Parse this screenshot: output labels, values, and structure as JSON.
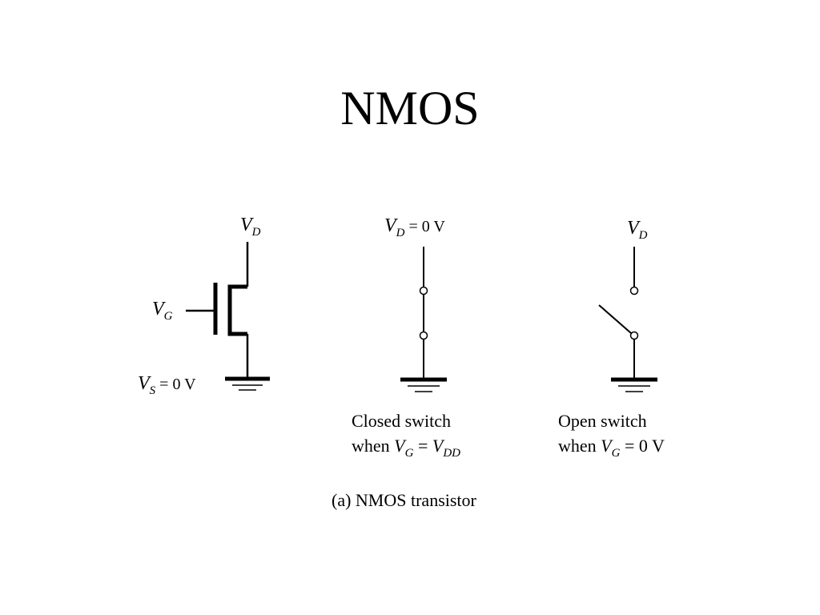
{
  "slide": {
    "title": "NMOS"
  },
  "transistor": {
    "drain": {
      "symbol": "V",
      "sub": "D"
    },
    "gate": {
      "symbol": "V",
      "sub": "G"
    },
    "source": {
      "symbol": "V",
      "sub": "S",
      "value": " = 0 V"
    }
  },
  "closed_switch": {
    "top": {
      "symbol": "V",
      "sub": "D",
      "value": " = 0 V"
    },
    "caption_line1": "Closed switch",
    "caption_line2_prefix": "when ",
    "caption_vg": {
      "symbol": "V",
      "sub": "G"
    },
    "caption_eq": " = ",
    "caption_vdd": {
      "symbol": "V",
      "sub": "DD"
    }
  },
  "open_switch": {
    "top": {
      "symbol": "V",
      "sub": "D"
    },
    "caption_line1": "Open switch",
    "caption_line2_prefix": "when ",
    "caption_vg": {
      "symbol": "V",
      "sub": "G"
    },
    "caption_value": " = 0 V"
  },
  "figure_caption": "(a) NMOS transistor"
}
